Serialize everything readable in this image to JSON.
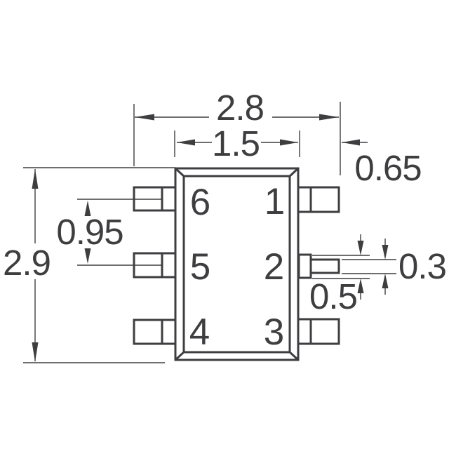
{
  "drawing": {
    "background_color": "#ffffff",
    "line_color": "#3e3e40",
    "pins": {
      "pin1": "1",
      "pin2": "2",
      "pin3": "3",
      "pin4": "4",
      "pin5": "5",
      "pin6": "6"
    },
    "dimensions": {
      "overall_width": "2.8",
      "body_width": "1.5",
      "lead_length": "0.65",
      "overall_height": "2.9",
      "pin_pitch": "0.95",
      "lead_base_width": "0.5",
      "lead_end_width": "0.3"
    }
  }
}
